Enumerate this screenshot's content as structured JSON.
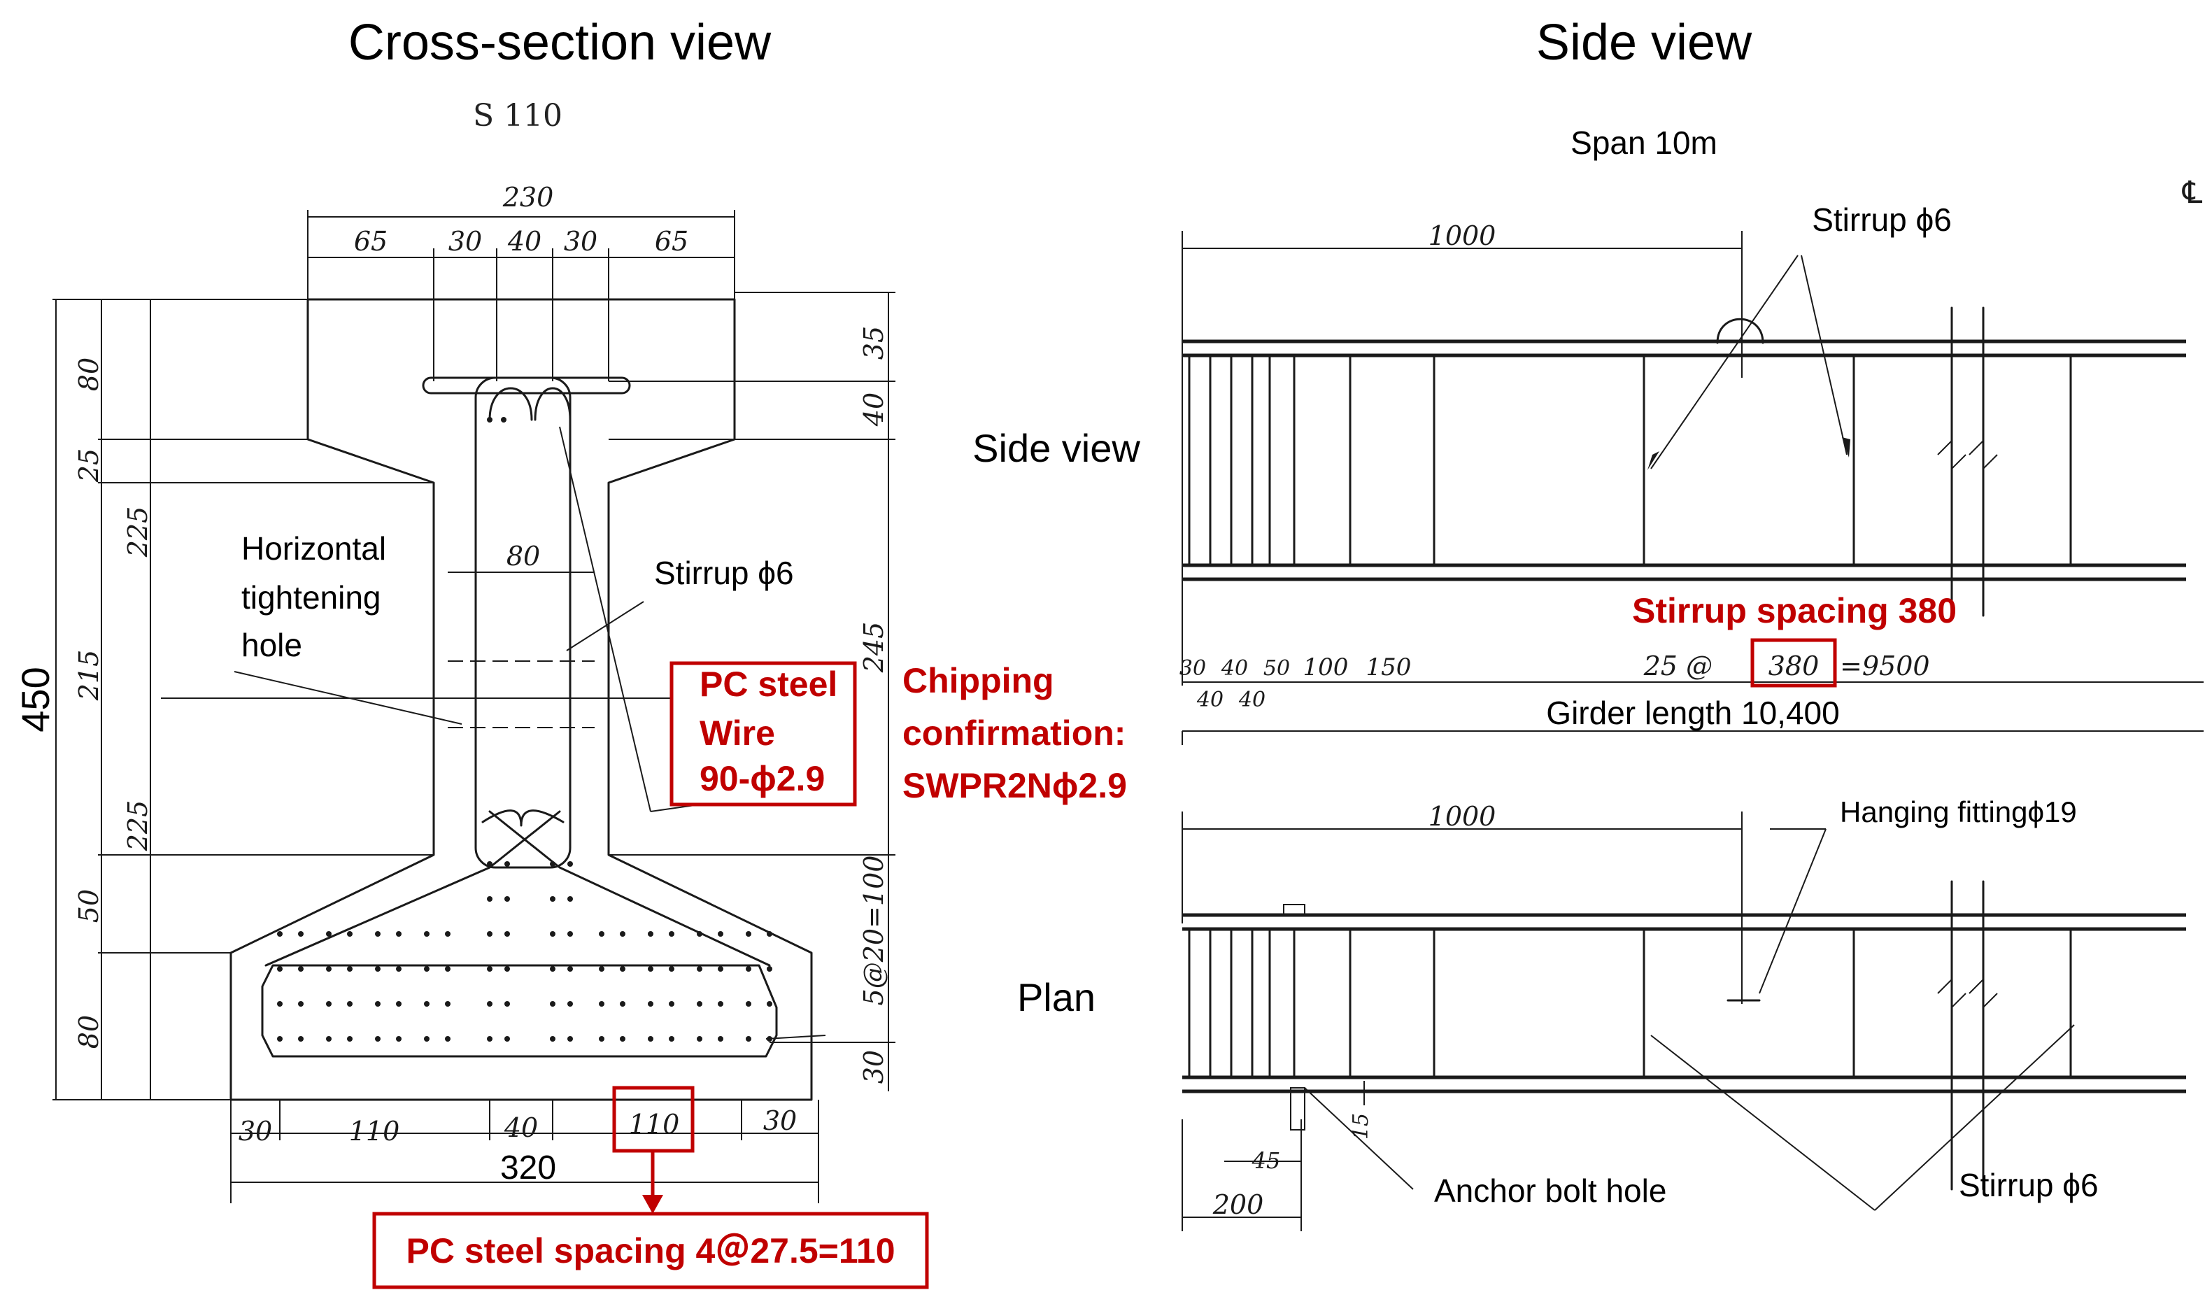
{
  "titles": {
    "cross_section": "Cross-section view",
    "side": "Side view"
  },
  "cross_section": {
    "model": "S 110",
    "top_dims": [
      "230",
      "65",
      "30",
      "40",
      "30",
      "65"
    ],
    "left_dims": [
      "450",
      "80",
      "25",
      "225",
      "215",
      "225",
      "50",
      "80"
    ],
    "right_dims": [
      "35",
      "40",
      "245",
      "5@20=100",
      "30"
    ],
    "web_width": "80",
    "bottom_dims": [
      "30",
      "110",
      "40",
      "110",
      "30",
      "320"
    ],
    "label_hole": [
      "Horizontal",
      "tightening",
      "hole"
    ],
    "label_stirrup": "Stirrup ϕ6",
    "pc_box": [
      "PC steel",
      "Wire",
      "90-ϕ2.9"
    ],
    "chipping": [
      "Chipping",
      "confirmation:",
      "SWPR2Nϕ2.9"
    ],
    "pc_spacing": "PC steel spacing 4＠27.5=110"
  },
  "side_view": {
    "span": "Span 10m",
    "row_side": "Side view",
    "row_plan": "Plan",
    "dim_1000_top": "1000",
    "stirrup_top": "Stirrup ϕ6",
    "stirrup_spacing_label": "Stirrup spacing 380",
    "spacing_dims": [
      "30",
      "40",
      "50",
      "100",
      "150",
      "40",
      "40"
    ],
    "spacing_prefix": "25 @",
    "spacing_boxed": "380",
    "spacing_suffix": "=9500",
    "girder_length": "Girder length 10,400",
    "dim_1000_plan": "1000",
    "hanging": "Hanging fittingϕ19",
    "plan_dims": [
      "45",
      "15",
      "200"
    ],
    "anchor": "Anchor bolt hole",
    "stirrup_bottom": "Stirrup ϕ6",
    "centerline": "℄"
  }
}
